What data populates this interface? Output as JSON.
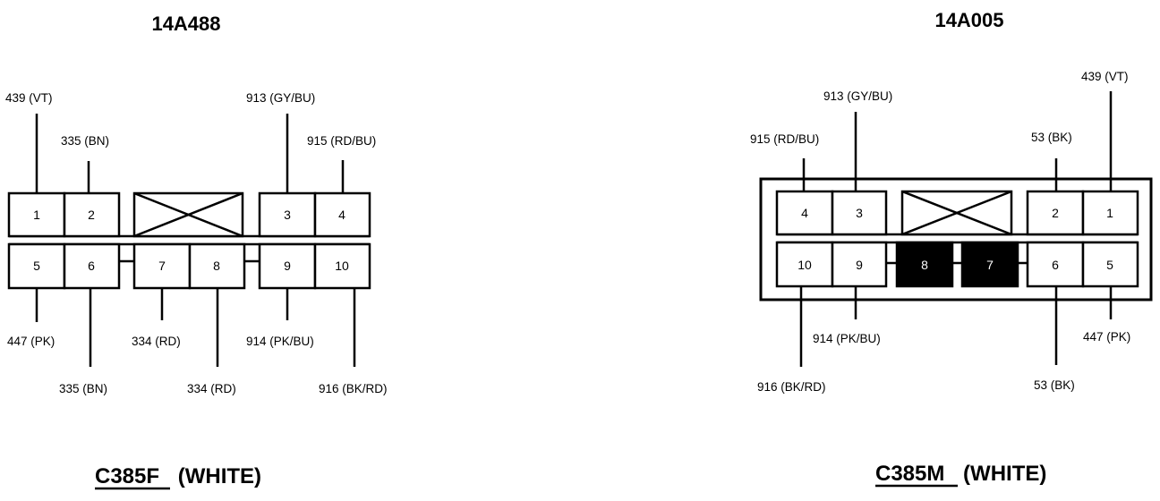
{
  "left": {
    "part_number": "14A488",
    "connector_id": "C385F",
    "color_label": "(WHITE)",
    "pins": [
      "1",
      "2",
      "3",
      "4",
      "5",
      "6",
      "7",
      "8",
      "9",
      "10"
    ],
    "wires": {
      "w439": "439 (VT)",
      "w335_top": "335 (BN)",
      "w913": "913 (GY/BU)",
      "w915": "915 (RD/BU)",
      "w447": "447 (PK)",
      "w335_bottom": "335 (BN)",
      "w334_a": "334 (RD)",
      "w334_b": "334 (RD)",
      "w914": "914 (PK/BU)",
      "w916": "916 (BK/RD)"
    }
  },
  "right": {
    "part_number": "14A005",
    "connector_id": "C385M",
    "color_label": "(WHITE)",
    "pins": [
      "4",
      "3",
      "2",
      "1",
      "10",
      "9",
      "8",
      "7",
      "6",
      "5"
    ],
    "wires": {
      "w913": "913 (GY/BU)",
      "w439": "439 (VT)",
      "w915": "915 (RD/BU)",
      "w53_top": "53 (BK)",
      "w914": "914 (PK/BU)",
      "w447": "447 (PK)",
      "w916": "916 (BK/RD)",
      "w53_bottom": "53 (BK)"
    }
  }
}
